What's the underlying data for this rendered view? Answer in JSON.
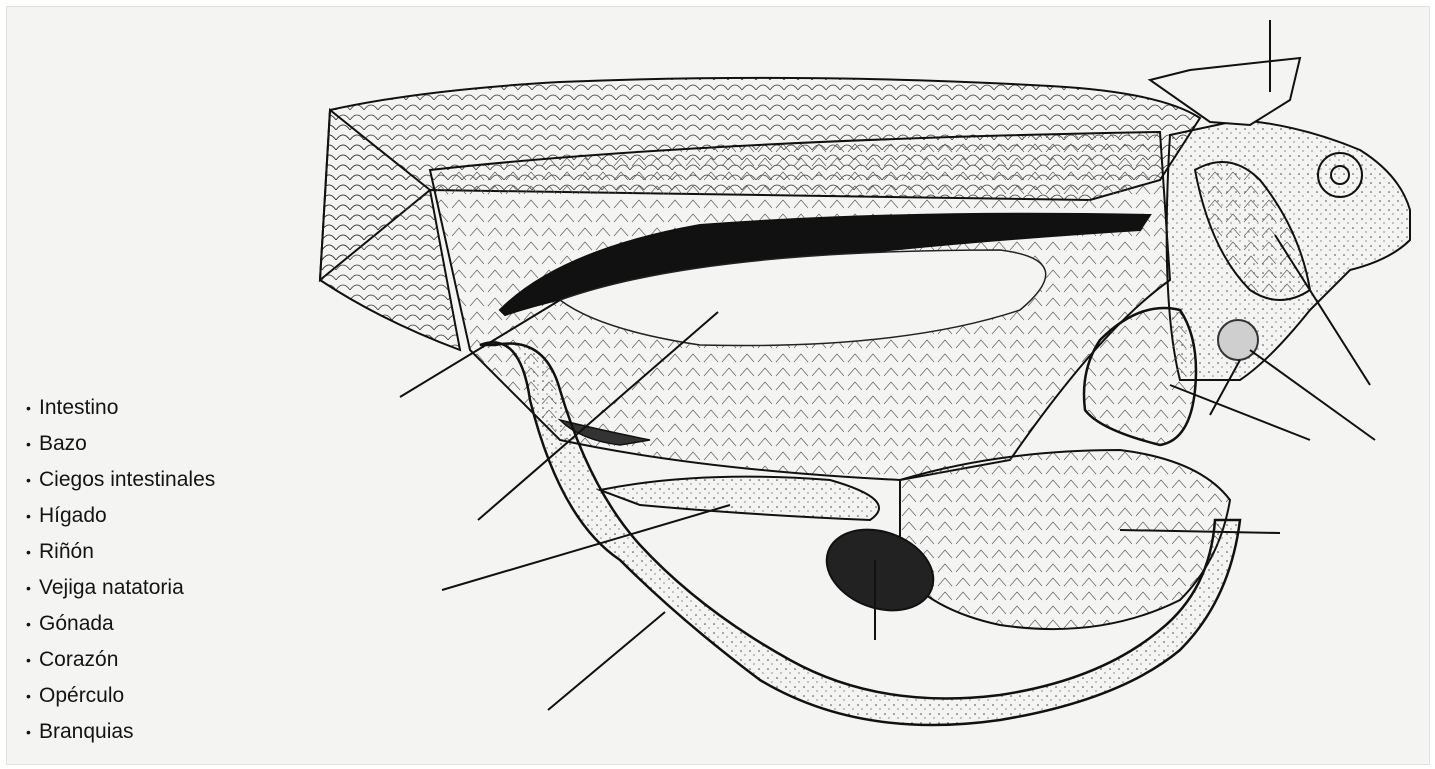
{
  "legend": {
    "items": [
      "Intestino",
      "Bazo",
      "Ciegos intestinales",
      "Hígado",
      "Riñón",
      "Vejiga natatoria",
      "Gónada",
      "Corazón",
      "Opérculo",
      "Branquias"
    ],
    "bullet": "•"
  },
  "colors": {
    "background": "#f4f4f2",
    "ink": "#141414",
    "marker_fill": "#cfcfcf"
  }
}
